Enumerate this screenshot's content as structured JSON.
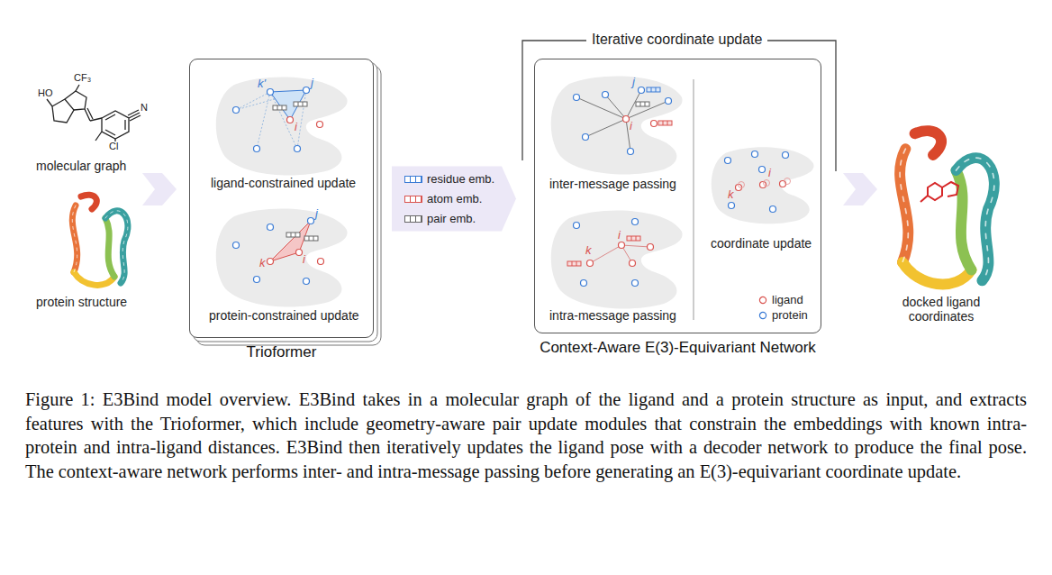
{
  "diagram": {
    "caption": "Figure 1: E3Bind model overview. E3Bind takes in a molecular graph of the ligand and a protein structure as input, and extracts features with the Trioformer, which include geometry-aware pair update modules that constrain the embeddings with known intra-protein and intra-ligand distances. E3Bind then iteratively updates the ligand pose with a decoder network to produce the final pose. The context-aware network performs inter- and intra-message passing before generating an E(3)-equivariant coordinate update.",
    "nodes": [
      {
        "text": [
          "Trioformer"
        ]
      },
      {
        "text": [
          "Context-Aware E(3)-Equivariant Network"
        ]
      }
    ],
    "edges": [
      {
        "from": 0,
        "to": 1,
        "arrow": "to"
      }
    ],
    "labels": [
      "HO",
      "CF₃",
      "N",
      "Cl",
      "molecular graph",
      "protein structure",
      "k'",
      "j",
      "i",
      "ligand-constrained update",
      "j",
      "k",
      "i",
      "protein-constrained update",
      "Iterative coordinate update",
      "j",
      "i",
      "inter-message passing",
      "i",
      "k",
      "intra-message passing",
      "k",
      "i",
      "coordinate update",
      "docked ligand coordinates"
    ],
    "legend": [
      {
        "text": "residue emb.",
        "color": "#3a7bd5"
      },
      {
        "text": "atom emb.",
        "color": "#d9534f"
      },
      {
        "text": "pair emb.",
        "color": "#666666"
      },
      {
        "text": "ligand"
      },
      {
        "text": "protein"
      }
    ]
  }
}
